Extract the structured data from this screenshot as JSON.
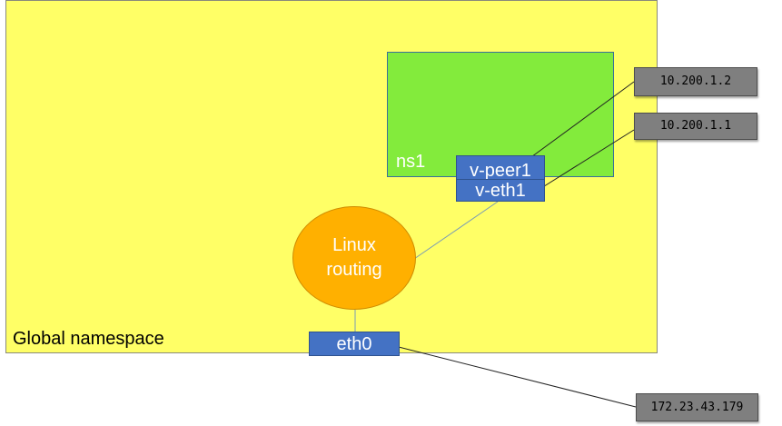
{
  "diagram": {
    "global_namespace": {
      "label": "Global namespace"
    },
    "namespace": {
      "label": "ns1"
    },
    "router": {
      "line1": "Linux",
      "line2": "routing"
    },
    "interfaces": {
      "v_peer1": "v-peer1",
      "v_eth1": "v-eth1",
      "eth0": "eth0"
    },
    "ip_labels": {
      "v_peer1_ip": "10.200.1.2",
      "v_eth1_ip": "10.200.1.1",
      "eth0_ip": "172.23.43.179"
    },
    "colors": {
      "global_fill": "#ffff66",
      "namespace_fill": "#83eb3c",
      "interface_fill": "#4472c4",
      "router_fill": "#ffb000",
      "ip_label_fill": "#7f7f7f"
    }
  }
}
